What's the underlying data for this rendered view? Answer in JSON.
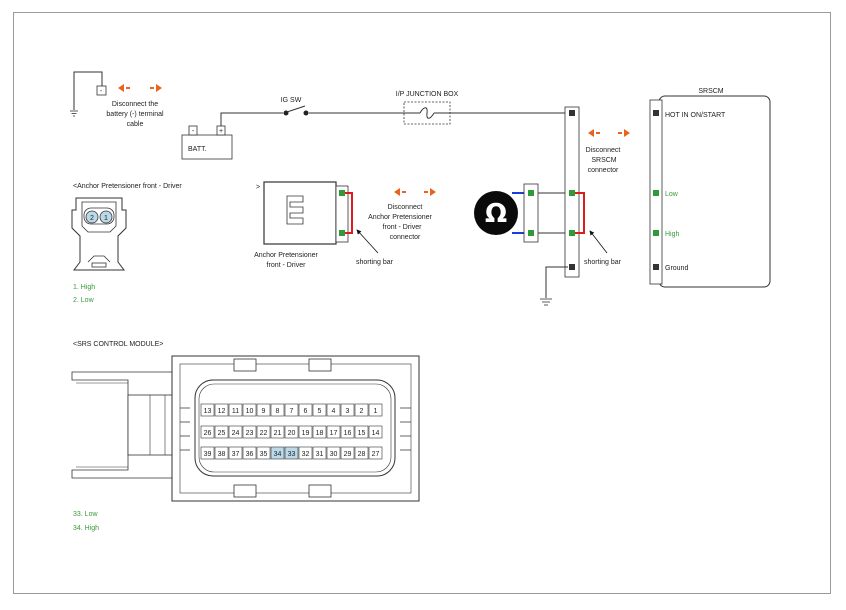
{
  "battery": {
    "disconnect_note": [
      "Disconnect the",
      "battery (-) terminal",
      "cable"
    ],
    "label": "BATT.",
    "minus": "-",
    "plus": "+"
  },
  "ig_sw": "IG SW",
  "junction_box": "I/P JUNCTION BOX",
  "srscm": {
    "title": "SRSCM",
    "hot_label": "HOT IN ON/START",
    "low_label": "Low",
    "high_label": "High",
    "ground_label": "Ground",
    "disconnect_note": [
      "Disconnect",
      "SRSCM",
      "connector"
    ],
    "shorting_bar": "shorting bar"
  },
  "ohmmeter": {
    "symbol": "Ω"
  },
  "anchor": {
    "title": "<Anchor Pretensioner front - Driver",
    "pin_numbers": [
      "2",
      "1"
    ],
    "pins": [
      "1. High",
      "2. Low"
    ],
    "component_label": [
      "Anchor Pretensioner",
      "front - Driver"
    ],
    "disconnect_note": [
      "Disconnect",
      "Anchor Pretensioner",
      "front - Driver",
      "connector"
    ],
    "shorting_bar": "shorting bar",
    "marker": ">"
  },
  "srs_module": {
    "title": "<SRS CONTROL MODULE>",
    "row1": [
      "13",
      "12",
      "11",
      "10",
      "9",
      "8",
      "7",
      "6",
      "5",
      "4",
      "3",
      "2",
      "1"
    ],
    "row2": [
      "26",
      "25",
      "24",
      "23",
      "22",
      "21",
      "20",
      "19",
      "18",
      "17",
      "16",
      "15",
      "14"
    ],
    "row3": [
      "39",
      "38",
      "37",
      "36",
      "35",
      "34",
      "33",
      "32",
      "31",
      "30",
      "29",
      "28",
      "27"
    ],
    "highlighted": [
      "34",
      "33"
    ],
    "pins": [
      "33. Low",
      "34. High"
    ]
  },
  "colors": {
    "arrow": "#e8641e",
    "green_text": "#3a9a3a",
    "wire_red": "#e01b1b",
    "wire_blue": "#1a3fd6",
    "terminal_green": "#2e9a3a",
    "pin_highlight": "#bcd9ea"
  }
}
